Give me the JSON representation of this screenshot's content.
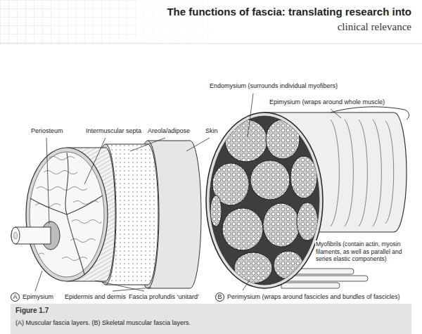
{
  "diagram": {
    "caption": "(A) Muscular fascia layers. (B) Skeletal muscular fascia layers.",
    "nodes": [
      {
        "text": [
          "A"
        ]
      },
      {
        "text": [
          "B"
        ]
      }
    ],
    "labels": [
      "The functions of fascia: translating research into",
      "clinical relevance",
      "Endomysium (surrounds individual myofibers)",
      "Epimysium (wraps around whole muscle)",
      "Periosteum",
      "Intermuscular septa",
      "Areola/adipose",
      "Skin",
      "Myofibrils (contain actin, myosin filaments, as well as parallel and series elastic components)",
      "Epimysium",
      "Epidermis and dermis",
      "Fascia profundis ‘unitard’",
      "Perimysium (wraps around fascicles and bundles of fascicles)",
      "Figure 1.7"
    ]
  }
}
